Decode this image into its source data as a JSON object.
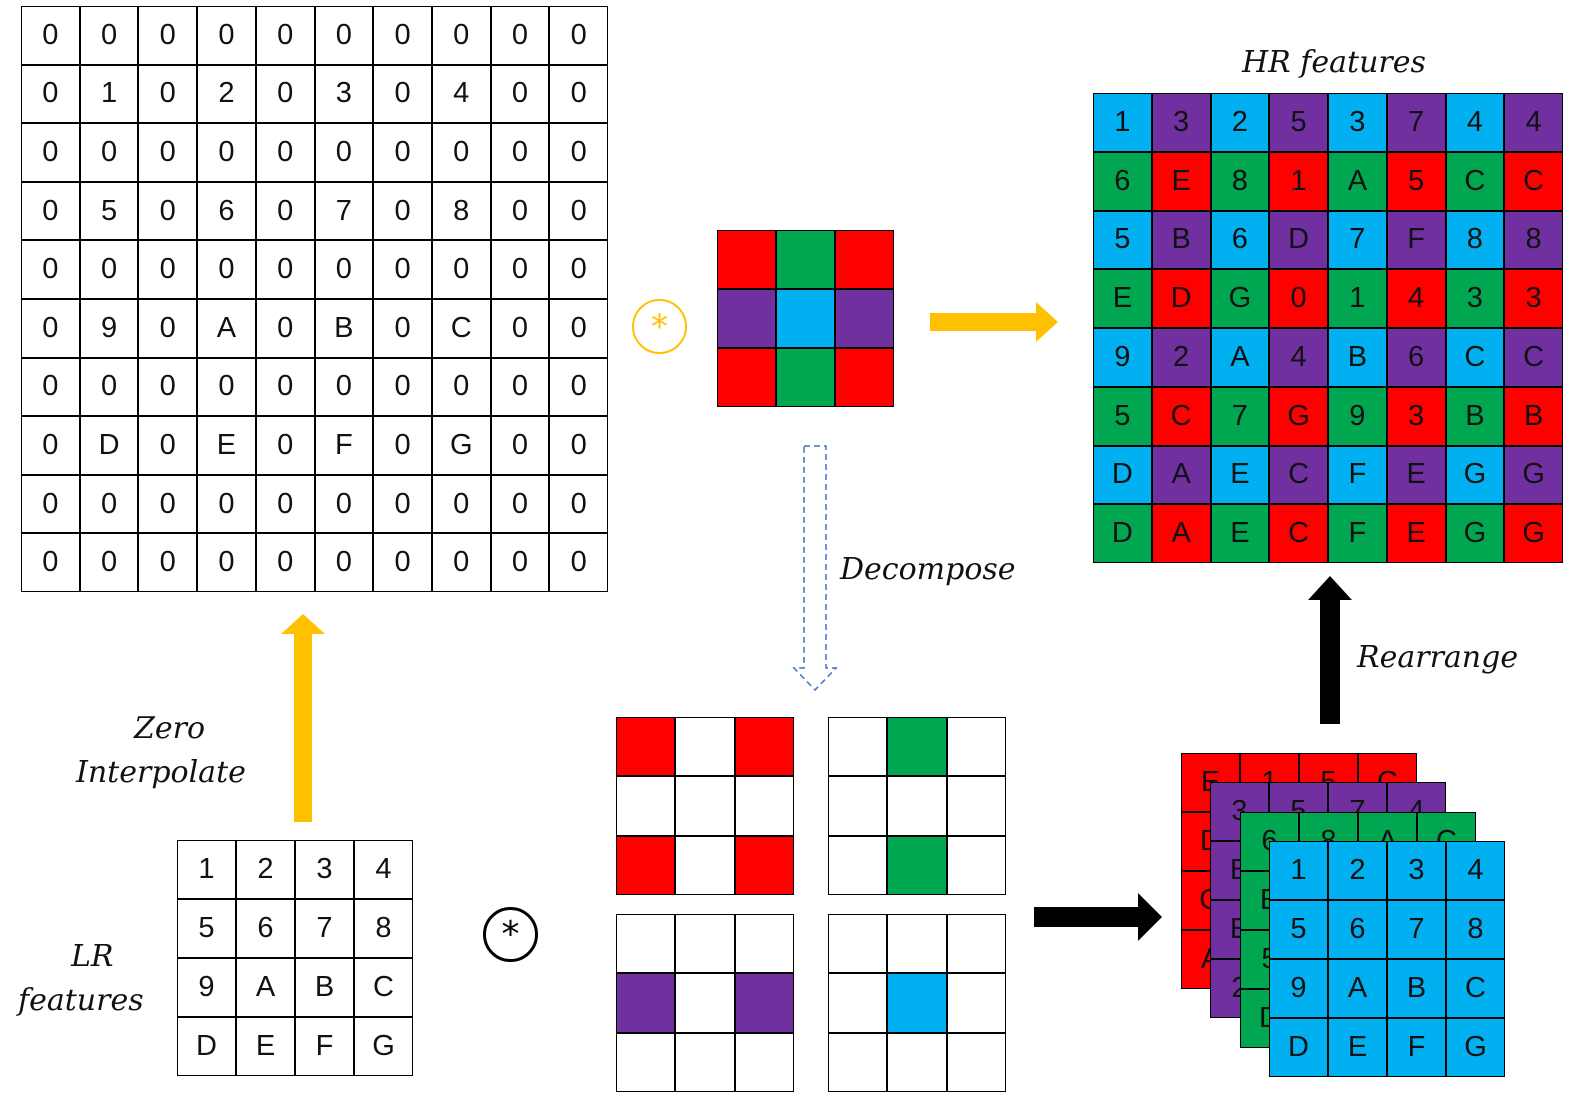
{
  "colors": {
    "red": "#ff0000",
    "green": "#00a650",
    "purple": "#7030a0",
    "blue": "#00b0f0",
    "orange": "#ffc000",
    "black": "#000000"
  },
  "labels": {
    "hr_features": "HR features",
    "decompose": "Decompose",
    "rearrange": "Rearrange",
    "zero_interpolate_line1": "Zero",
    "zero_interpolate_line2": "Interpolate",
    "lr_features_line1": "LR",
    "lr_features_line2": "features",
    "conv_symbol": "*"
  },
  "zero_interpolated": [
    [
      "0",
      "0",
      "0",
      "0",
      "0",
      "0",
      "0",
      "0",
      "0",
      "0"
    ],
    [
      "0",
      "1",
      "0",
      "2",
      "0",
      "3",
      "0",
      "4",
      "0",
      "0"
    ],
    [
      "0",
      "0",
      "0",
      "0",
      "0",
      "0",
      "0",
      "0",
      "0",
      "0"
    ],
    [
      "0",
      "5",
      "0",
      "6",
      "0",
      "7",
      "0",
      "8",
      "0",
      "0"
    ],
    [
      "0",
      "0",
      "0",
      "0",
      "0",
      "0",
      "0",
      "0",
      "0",
      "0"
    ],
    [
      "0",
      "9",
      "0",
      "A",
      "0",
      "B",
      "0",
      "C",
      "0",
      "0"
    ],
    [
      "0",
      "0",
      "0",
      "0",
      "0",
      "0",
      "0",
      "0",
      "0",
      "0"
    ],
    [
      "0",
      "D",
      "0",
      "E",
      "0",
      "F",
      "0",
      "G",
      "0",
      "0"
    ],
    [
      "0",
      "0",
      "0",
      "0",
      "0",
      "0",
      "0",
      "0",
      "0",
      "0"
    ],
    [
      "0",
      "0",
      "0",
      "0",
      "0",
      "0",
      "0",
      "0",
      "0",
      "0"
    ]
  ],
  "lr_features": [
    [
      "1",
      "2",
      "3",
      "4"
    ],
    [
      "5",
      "6",
      "7",
      "8"
    ],
    [
      "9",
      "A",
      "B",
      "C"
    ],
    [
      "D",
      "E",
      "F",
      "G"
    ]
  ],
  "kernel_colors": [
    [
      "red",
      "green",
      "red"
    ],
    [
      "purple",
      "blue",
      "purple"
    ],
    [
      "red",
      "green",
      "red"
    ]
  ],
  "sub_kernels": [
    [
      [
        "red",
        "white",
        "red"
      ],
      [
        "white",
        "white",
        "white"
      ],
      [
        "red",
        "white",
        "red"
      ]
    ],
    [
      [
        "white",
        "green",
        "white"
      ],
      [
        "white",
        "white",
        "white"
      ],
      [
        "white",
        "green",
        "white"
      ]
    ],
    [
      [
        "white",
        "white",
        "white"
      ],
      [
        "purple",
        "white",
        "purple"
      ],
      [
        "white",
        "white",
        "white"
      ]
    ],
    [
      [
        "white",
        "white",
        "white"
      ],
      [
        "white",
        "blue",
        "white"
      ],
      [
        "white",
        "white",
        "white"
      ]
    ]
  ],
  "hr_features": {
    "values": [
      [
        "1",
        "3",
        "2",
        "5",
        "3",
        "7",
        "4",
        "4"
      ],
      [
        "6",
        "E",
        "8",
        "1",
        "A",
        "5",
        "C",
        "C"
      ],
      [
        "5",
        "B",
        "6",
        "D",
        "7",
        "F",
        "8",
        "8"
      ],
      [
        "E",
        "D",
        "G",
        "0",
        "1",
        "4",
        "3",
        "3"
      ],
      [
        "9",
        "2",
        "A",
        "4",
        "B",
        "6",
        "C",
        "C"
      ],
      [
        "5",
        "C",
        "7",
        "G",
        "9",
        "3",
        "B",
        "B"
      ],
      [
        "D",
        "A",
        "E",
        "C",
        "F",
        "E",
        "G",
        "G"
      ],
      [
        "D",
        "A",
        "E",
        "C",
        "F",
        "E",
        "G",
        "G"
      ]
    ],
    "colors": [
      [
        "blue",
        "purple",
        "blue",
        "purple",
        "blue",
        "purple",
        "blue",
        "purple"
      ],
      [
        "green",
        "red",
        "green",
        "red",
        "green",
        "red",
        "green",
        "red"
      ],
      [
        "blue",
        "purple",
        "blue",
        "purple",
        "blue",
        "purple",
        "blue",
        "purple"
      ],
      [
        "green",
        "red",
        "green",
        "red",
        "green",
        "red",
        "green",
        "red"
      ],
      [
        "blue",
        "purple",
        "blue",
        "purple",
        "blue",
        "purple",
        "blue",
        "purple"
      ],
      [
        "green",
        "red",
        "green",
        "red",
        "green",
        "red",
        "green",
        "red"
      ],
      [
        "blue",
        "purple",
        "blue",
        "purple",
        "blue",
        "purple",
        "blue",
        "purple"
      ],
      [
        "green",
        "red",
        "green",
        "red",
        "green",
        "red",
        "green",
        "red"
      ]
    ]
  },
  "feature_stack": [
    {
      "color": "red",
      "values": [
        [
          "E",
          "1",
          "5",
          "C"
        ],
        [
          "D",
          "",
          "",
          ""
        ],
        [
          "G",
          "",
          "",
          ""
        ],
        [
          "A",
          "",
          "",
          ""
        ]
      ]
    },
    {
      "color": "purple",
      "values": [
        [
          "3",
          "5",
          "7",
          "4"
        ],
        [
          "B",
          "",
          "",
          ""
        ],
        [
          "E",
          "",
          "",
          ""
        ],
        [
          "2",
          "",
          "",
          ""
        ]
      ]
    },
    {
      "color": "green",
      "values": [
        [
          "6",
          "8",
          "A",
          "C"
        ],
        [
          "E",
          "",
          "",
          ""
        ],
        [
          "5",
          "",
          "",
          ""
        ],
        [
          "D",
          "",
          "",
          ""
        ]
      ]
    },
    {
      "color": "blue",
      "values": [
        [
          "1",
          "2",
          "3",
          "4"
        ],
        [
          "5",
          "6",
          "7",
          "8"
        ],
        [
          "9",
          "A",
          "B",
          "C"
        ],
        [
          "D",
          "E",
          "F",
          "G"
        ]
      ]
    }
  ]
}
